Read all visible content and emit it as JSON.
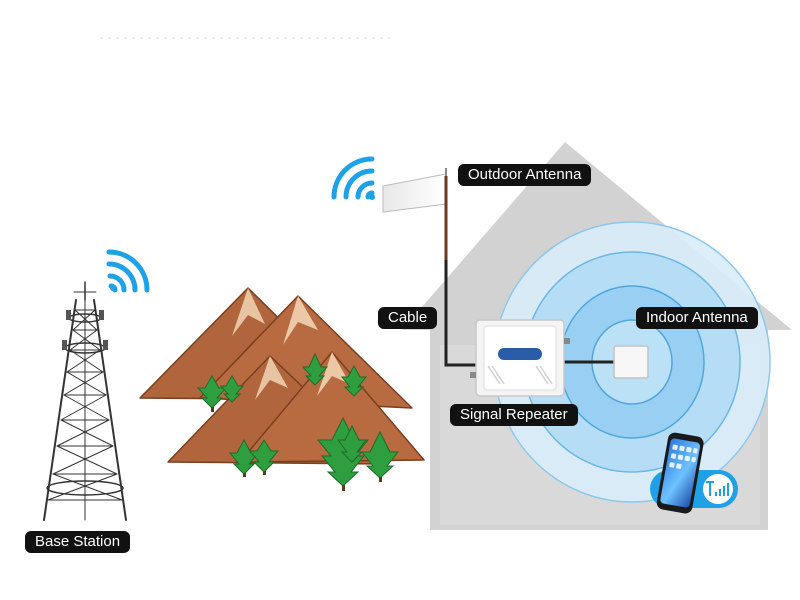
{
  "labels": {
    "outdoor_antenna": "Outdoor Antenna",
    "cable": "Cable",
    "indoor_antenna": "Indoor Antenna",
    "signal_repeater": "Signal Repeater",
    "base_station": "Base Station"
  },
  "icons": {
    "signal_waves": "wifi-signal-icon",
    "phone_signal": "antenna-bars-icon"
  },
  "colors": {
    "signal_blue": "#1ea1e6",
    "house": "#d2d2d2",
    "mountain": "#b0653c",
    "tree": "#2f9e3f",
    "label_bg": "#111111",
    "label_text": "#ffffff"
  }
}
